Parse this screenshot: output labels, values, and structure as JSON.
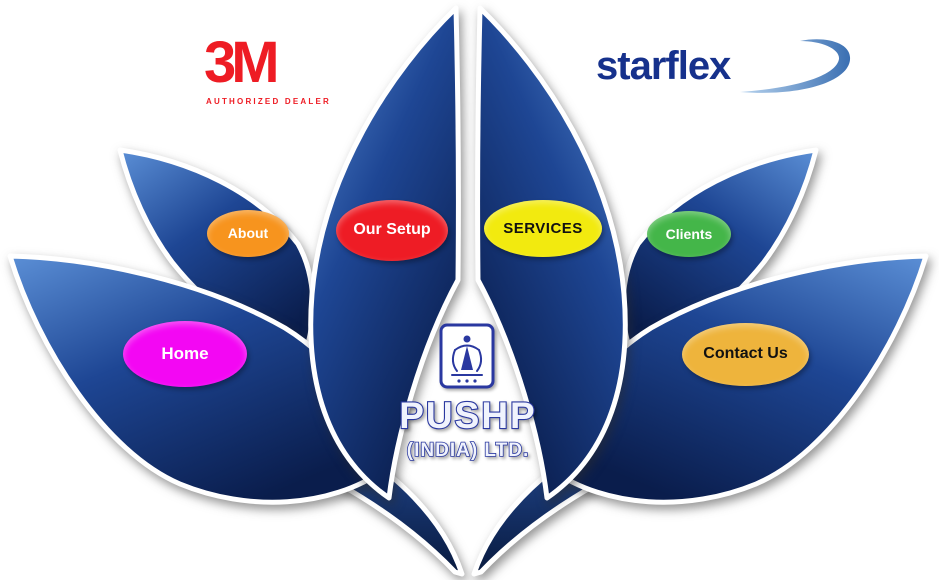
{
  "page": {
    "background": "#ffffff",
    "description": "Pushp (India) Ltd. lotus-flower navigation home page"
  },
  "branding": {
    "partner_3m": {
      "name": "3M",
      "subtitle": "AUTHORIZED DEALER",
      "color": "#ee1c24"
    },
    "partner_starflex": {
      "name": "starflex",
      "color": "#16318c",
      "swoosh_color": "#6fa3d8"
    },
    "company": {
      "name": "PUSHP",
      "subname": "(INDIA) LTD.",
      "color": "#2a38a0"
    }
  },
  "nav": {
    "items": [
      {
        "id": "home",
        "label": "Home",
        "color": "#f307f3",
        "text_color": "#ffffff"
      },
      {
        "id": "about",
        "label": "About",
        "color": "#f7941e",
        "text_color": "#ffffff"
      },
      {
        "id": "our-setup",
        "label": "Our Setup",
        "color": "#ee1c25",
        "text_color": "#ffffff"
      },
      {
        "id": "services",
        "label": "SERVICES",
        "color": "#f2ea0f",
        "text_color": "#111111"
      },
      {
        "id": "clients",
        "label": "Clients",
        "color": "#44b649",
        "text_color": "#ffffff"
      },
      {
        "id": "contact-us",
        "label": "Contact Us",
        "color": "#eeb43c",
        "text_color": "#111111"
      }
    ]
  },
  "graphic": {
    "petal_light": "#5b8fd6",
    "petal_mid": "#1e4694",
    "petal_dark": "#0a1d4c",
    "outline": "#ffffff"
  }
}
